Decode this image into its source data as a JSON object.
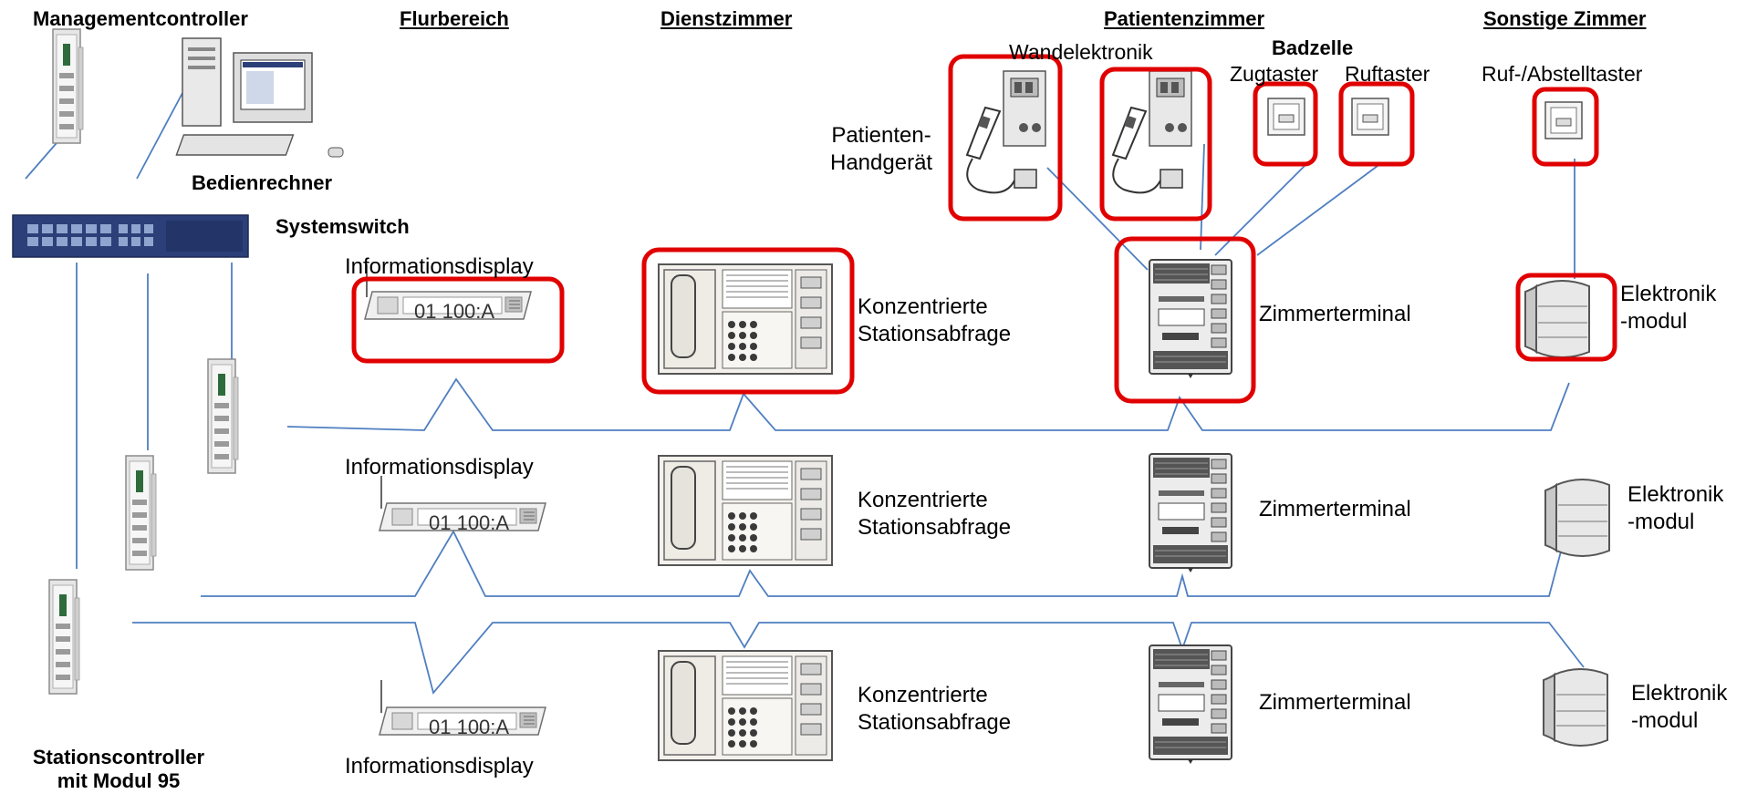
{
  "columns": {
    "management": "Managementcontroller",
    "corridor": "Flurbereich",
    "staff_room": "Dienstzimmer",
    "patient_room": "Patientenzimmer",
    "other_rooms": "Sonstige Zimmer"
  },
  "labels": {
    "operator_pc": "Bedienrechner",
    "system_switch": "Systemswitch",
    "station_controller_line1": "Stationscontroller",
    "station_controller_line2": "mit Modul 95",
    "wall_electronics": "Wandelektronik",
    "bathroom": "Badzelle",
    "pull_switch": "Zugtaster",
    "call_button": "Ruftaster",
    "call_cancel_button": "Ruf-/Abstelltaster",
    "patient_handset_line1": "Patienten-",
    "patient_handset_line2": "Handgerät"
  },
  "rows": [
    {
      "info_display": "Informationsdisplay",
      "display_text": "01  100:A",
      "staff_line1": "Konzentrierte",
      "staff_line2": "Stationsabfrage",
      "room_terminal": "Zimmerterminal",
      "module_line1": "Elektronik",
      "module_line2": "-modul"
    },
    {
      "info_display": "Informationsdisplay",
      "display_text": "01  100:A",
      "staff_line1": "Konzentrierte",
      "staff_line2": "Stationsabfrage",
      "room_terminal": "Zimmerterminal",
      "module_line1": "Elektronik",
      "module_line2": "-modul"
    },
    {
      "info_display": "Informationsdisplay",
      "display_text": "01  100:A",
      "staff_line1": "Konzentrierte",
      "staff_line2": "Stationsabfrage",
      "room_terminal": "Zimmerterminal",
      "module_line1": "Elektronik",
      "module_line2": "-modul"
    }
  ],
  "colors": {
    "bus_line": "#4f7fc0",
    "highlight": "#e00000",
    "switch_body": "#2c3f78",
    "device_gray": "#d6d6d6"
  }
}
